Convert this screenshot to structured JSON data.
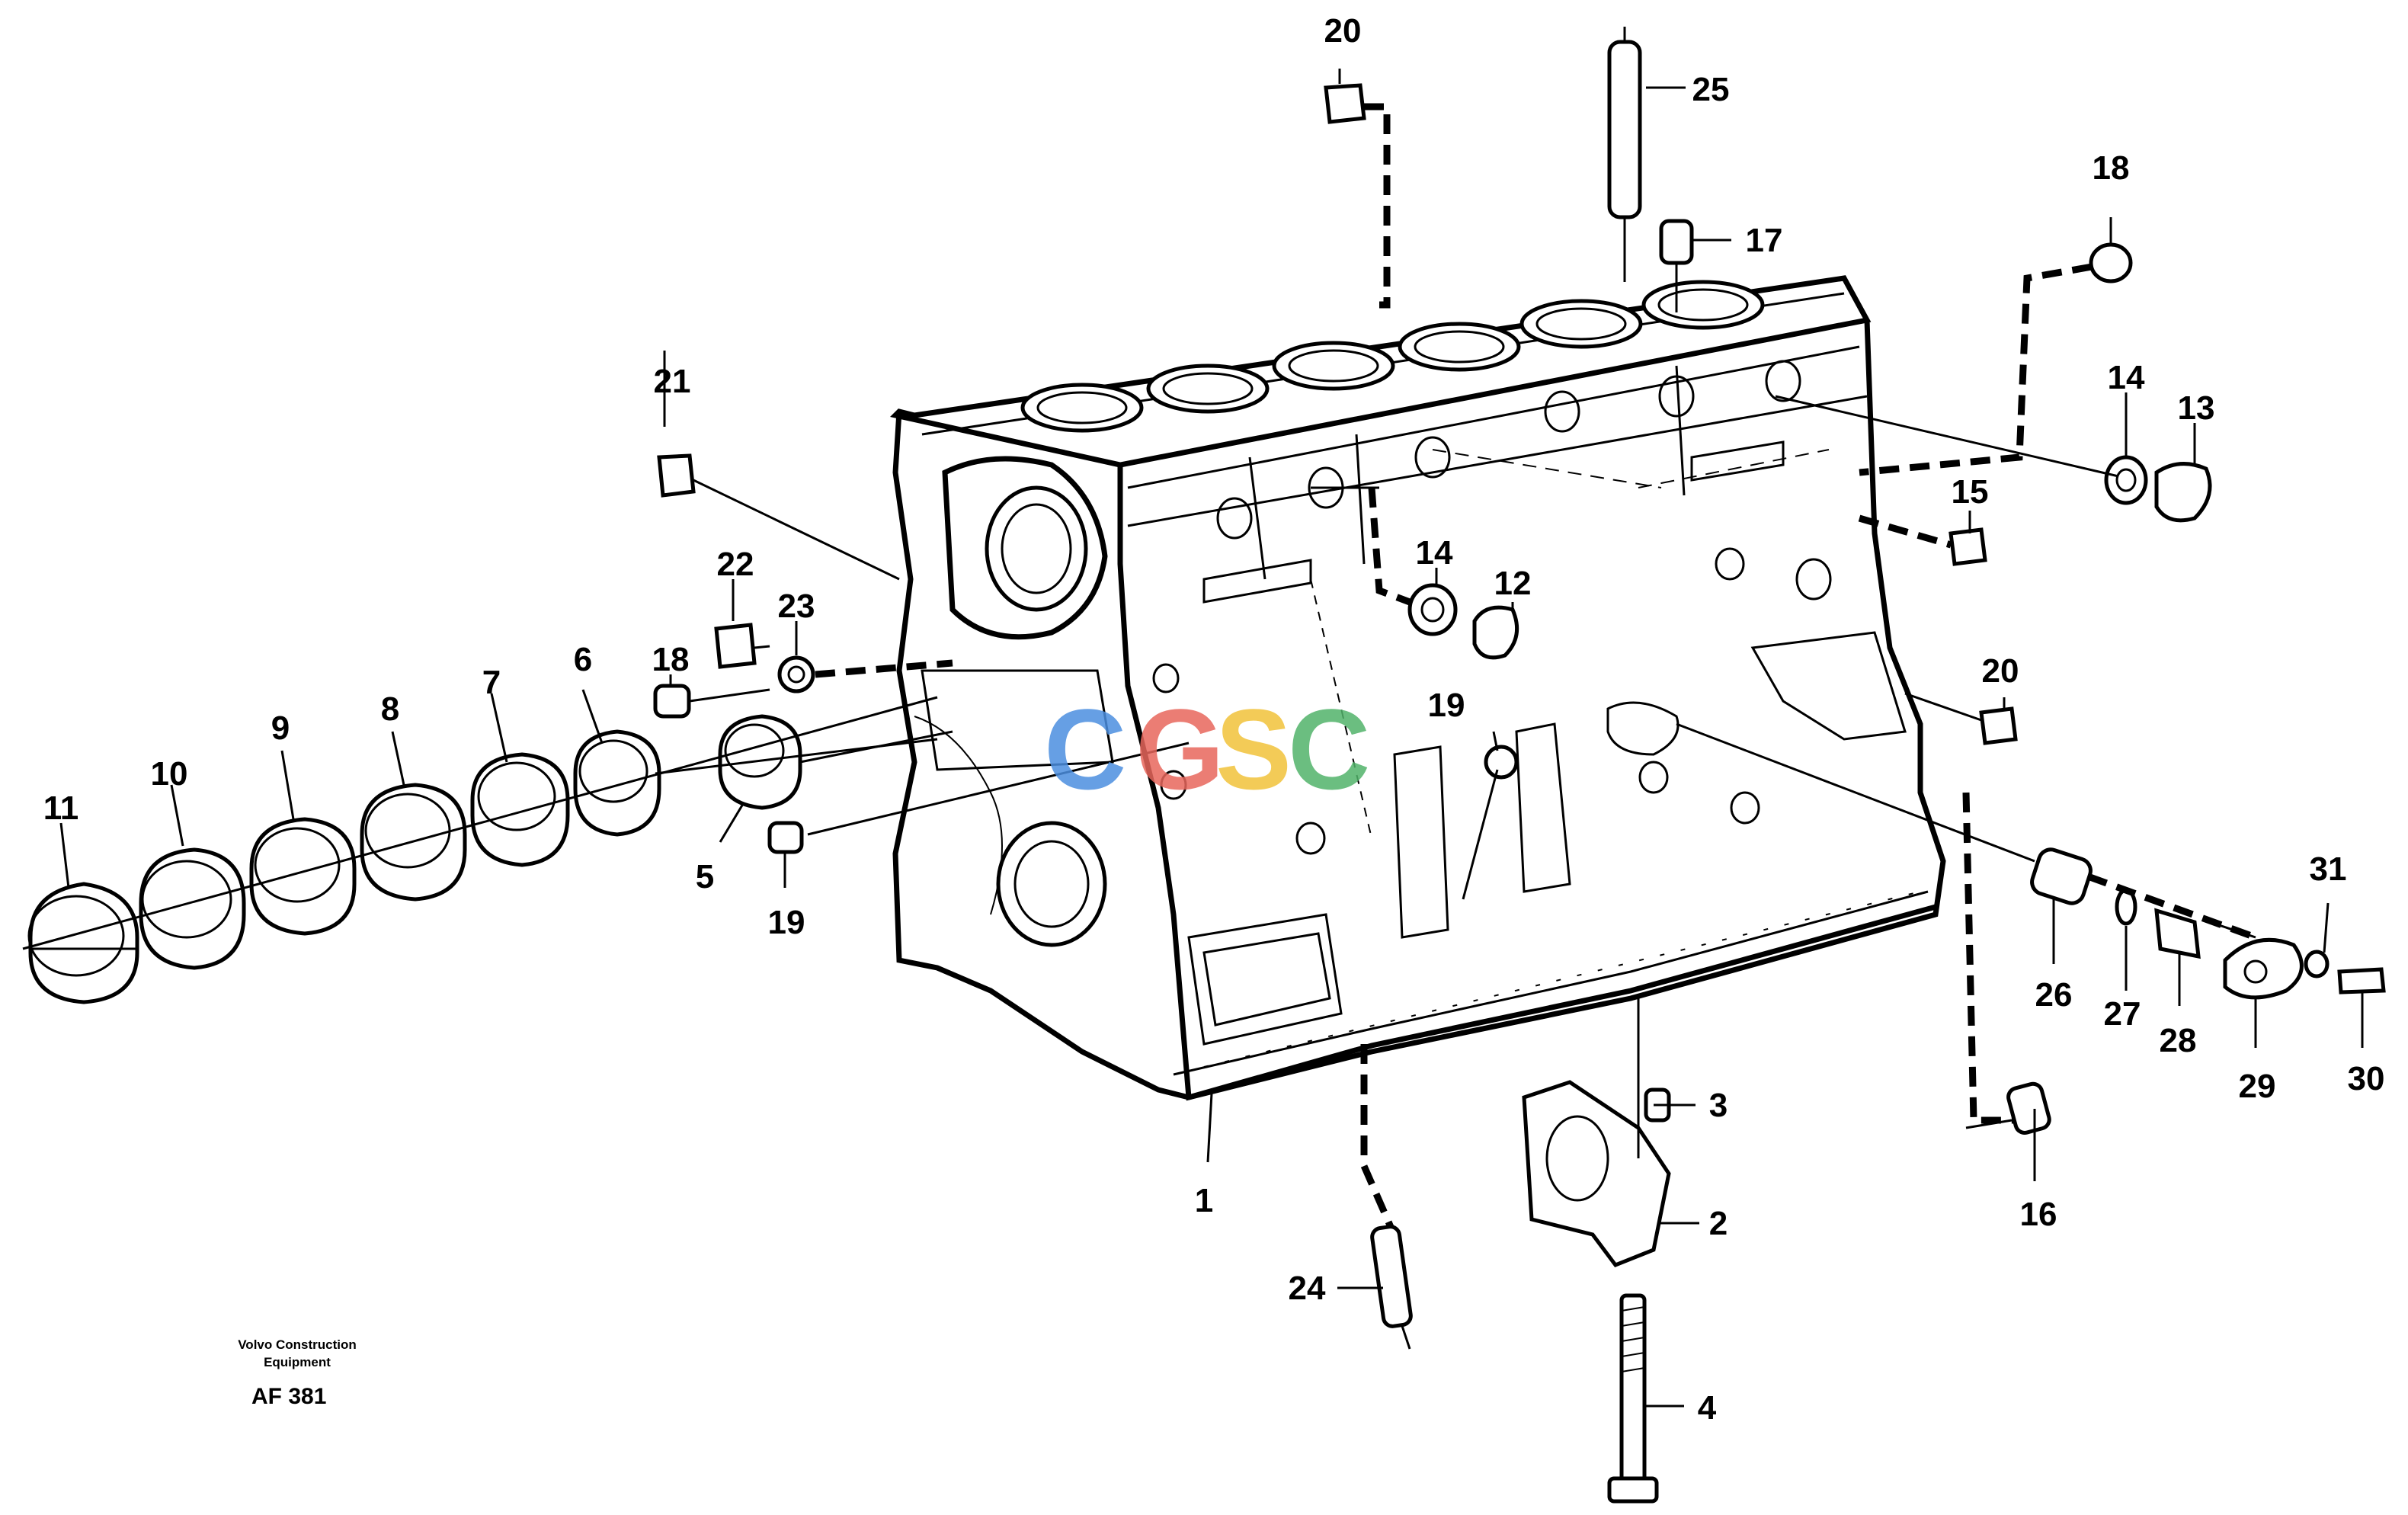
{
  "callouts": [
    "1",
    "2",
    "3",
    "4",
    "5",
    "6",
    "7",
    "8",
    "9",
    "10",
    "11",
    "12",
    "13",
    "14",
    "14",
    "15",
    "16",
    "17",
    "18",
    "18",
    "19",
    "19",
    "20",
    "20",
    "21",
    "22",
    "23",
    "24",
    "25",
    "26",
    "27",
    "28",
    "29",
    "30",
    "31"
  ],
  "watermark": [
    "C",
    "G",
    "S",
    "C"
  ],
  "watermark_colors": [
    "#4c8fe0",
    "#e8675c",
    "#f2c33a",
    "#52b36a"
  ],
  "footer": {
    "brand_line1": "Volvo Construction",
    "brand_line2": "Equipment",
    "code": "AF 381"
  }
}
